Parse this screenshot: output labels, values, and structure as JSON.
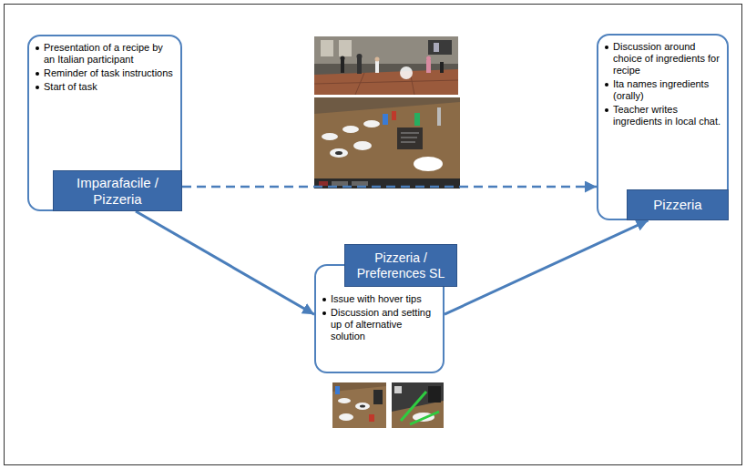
{
  "diagram": {
    "nodes": [
      {
        "text": [
          "Presentation of a recipe by an Italian participant",
          "Reminder of task instructions",
          "Start of task",
          "Imparafacile / Pizzeria"
        ]
      },
      {
        "text": [
          "Pizzeria / Preferences SL",
          "Issue with hover tips",
          "Discussion and setting up of alternative solution"
        ]
      },
      {
        "text": [
          "Discussion around choice of ingredients for recipe",
          "Ita names ingredients (orally)",
          "Teacher writes ingredients in local chat.",
          "Pizzeria"
        ]
      }
    ],
    "edges": [
      {
        "from": 0,
        "to": 1,
        "arrow": "to"
      },
      {
        "from": 1,
        "to": 2,
        "arrow": "to"
      },
      {
        "from": 0,
        "to": 2,
        "arrow": "to"
      }
    ]
  }
}
